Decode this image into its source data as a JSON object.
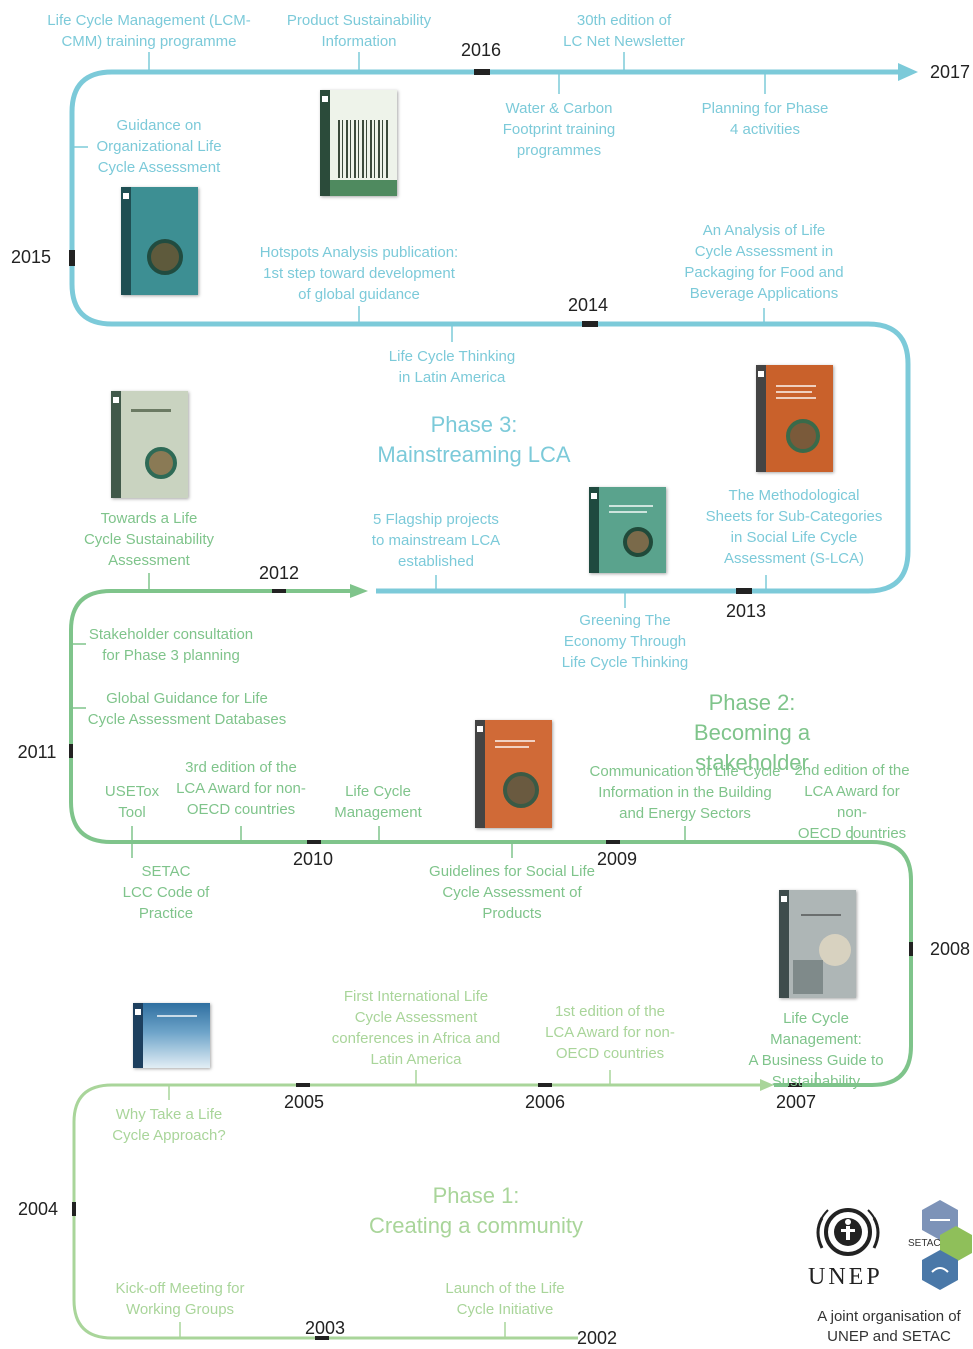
{
  "years": {
    "y2002": "2002",
    "y2003": "2003",
    "y2004": "2004",
    "y2005": "2005",
    "y2006": "2006",
    "y2007": "2007",
    "y2008": "2008",
    "y2009": "2009",
    "y2010": "2010",
    "y2011": "2011",
    "y2012": "2012",
    "y2013": "2013",
    "y2014": "2014",
    "y2015": "2015",
    "y2016": "2016",
    "y2017": "2017"
  },
  "phases": {
    "phase1": "Phase 1:\nCreating a community",
    "phase2": "Phase 2:\nBecoming a stakeholder",
    "phase3": "Phase 3:\nMainstreaming LCA"
  },
  "events": {
    "lcm_training": "Life Cycle Management (LCM-\nCMM) training programme",
    "product_sustainability": "Product Sustainability\nInformation",
    "lcnet_newsletter": "30th edition of\nLC Net Newsletter",
    "water_carbon": "Water & Carbon\nFootprint training\nprogrammes",
    "planning_phase4": "Planning for Phase\n4 activities",
    "guidance_org_lca": "Guidance on\nOrganizational Life\nCycle Assessment",
    "hotspots": "Hotspots Analysis publication:\n1st step toward development\nof global guidance",
    "packaging_lca": "An Analysis of Life\nCycle Assessment in\nPackaging for Food and\nBeverage Applications",
    "lct_latin_america": "Life Cycle Thinking\nin Latin America",
    "towards_lcsa": "Towards a Life\nCycle Sustainability\nAssessment",
    "flagship_projects": "5 Flagship projects\nto mainstream LCA\nestablished",
    "methodological_sheets": "The Methodological\nSheets for Sub-Categories\nin Social Life Cycle\nAssessment (S-LCA)",
    "greening_economy": "Greening The\nEconomy Through\nLife Cycle Thinking",
    "stakeholder_consultation": "Stakeholder consultation\nfor Phase 3 planning",
    "global_guidance_db": "Global Guidance for Life\nCycle Assessment Databases",
    "usetox": "USETox\nTool",
    "award_3rd": "3rd edition of the\nLCA Award for non-\nOECD countries",
    "lcm": "Life Cycle\nManagement",
    "communication_lc": "Communication of Life Cycle\nInformation in the Building\nand Energy Sectors",
    "award_2nd": "2nd edition of the\nLCA Award for non-\nOECD countries",
    "setac_lcc": "SETAC\nLCC Code of\nPractice",
    "slca_guidelines": "Guidelines for Social Life\nCycle Assessment of\nProducts",
    "lcm_business_guide": "Life Cycle Management:\nA Business Guide to\nSustainability",
    "first_conferences": "First International Life\nCycle Assessment\nconferences in Africa and\nLatin America",
    "award_1st": "1st edition of the\nLCA Award for non-\nOECD countries",
    "why_lca": "Why Take a Life\nCycle Approach?",
    "kickoff": "Kick-off Meeting for\nWorking Groups",
    "launch_initiative": "Launch of the Life\nCycle Initiative"
  },
  "logos": {
    "unep": "UNEP",
    "setac": "SETAC",
    "joint_org": "A joint organisation of\nUNEP and SETAC"
  },
  "colors": {
    "phase3_blue": "#7ccad9",
    "phase2_green": "#7fc48b",
    "phase1_lightgreen": "#a9d59a"
  }
}
